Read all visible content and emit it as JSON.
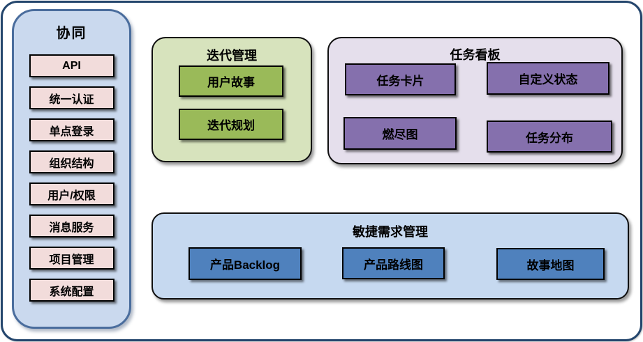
{
  "sidebar": {
    "title": "协同",
    "items": [
      "API",
      "统一认证",
      "单点登录",
      "组织结构",
      "用户/权限",
      "消息服务",
      "项目管理",
      "系统配置"
    ]
  },
  "iteration_panel": {
    "title": "迭代管理",
    "items": [
      "用户故事",
      "迭代规划"
    ]
  },
  "kanban_panel": {
    "title": "任务看板",
    "items": [
      "任务卡片",
      "自定义状态",
      "燃尽图",
      "任务分布"
    ]
  },
  "requirements_panel": {
    "title": "敏捷需求管理",
    "items": [
      "产品Backlog",
      "产品路线图",
      "故事地图"
    ]
  },
  "colors": {
    "outer_border": "#24466d",
    "sidebar_fill": "#cad9ee",
    "sidebar_border": "#4a6d9d",
    "sidebar_item_fill": "#f2dcdb",
    "iteration_panel_fill": "#d7e3bd",
    "iteration_item_fill": "#9aba59",
    "kanban_panel_fill": "#e5dfec",
    "kanban_item_fill": "#8570ad",
    "requirements_panel_fill": "#c6d9f0",
    "requirements_item_fill": "#4f81bd",
    "item_border": "#000000",
    "text": "#000000"
  }
}
